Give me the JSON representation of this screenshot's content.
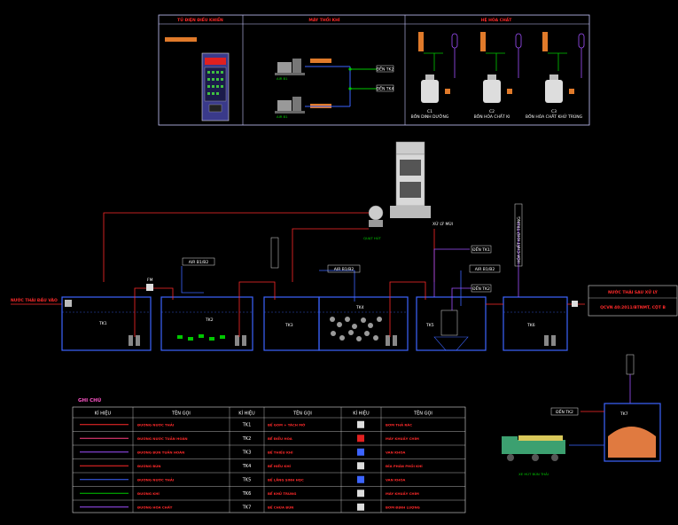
{
  "panels": {
    "control_title": "TỦ ĐIỆN ĐIỀU KHIỂN",
    "blower_title": "MÁY THỔI KHÍ",
    "chem_title": "HỆ HÓA CHẤT"
  },
  "blower": {
    "to_labels": [
      "ĐẾN TK2",
      "ĐẾN TK4"
    ],
    "pump_label": "AIR B1"
  },
  "chem_tanks": [
    {
      "code": "C1",
      "name": "BỒN DINH DƯỠNG"
    },
    {
      "code": "C2",
      "name": "BỒN HÓA CHẤT KI"
    },
    {
      "code": "C3",
      "name": "BỒN HÓA CHẤT KHỬ TRÙNG"
    }
  ],
  "process": {
    "inlet": "NƯỚC THẢI ĐẦU VÀO",
    "outlet_box": "NƯỚC THẢI SAU XỬ LÝ",
    "standard": "QCVN 40:2011/BTNMT, CỘT B",
    "air_label": "AIR B1/B2",
    "to_tk1": "ĐẾN TK1",
    "to_tk2": "ĐẾN TK2",
    "fan_label": "QUẠT HÚT",
    "air_treat": "XỬ LÝ MÙI",
    "chem_side": "HÓA CHẤT KHỬ TRÙNG",
    "tanks": [
      "TK1",
      "TK2",
      "TK3",
      "TK4",
      "TK5",
      "TK6"
    ],
    "tk7": "TK7",
    "sludge_to": "ĐẾN TK2",
    "truck_label": "XE HÚT BÙN THẢI"
  },
  "legend": {
    "title": "GHI CHÚ",
    "headers": [
      "KÍ HIỆU",
      "TÊN GỌI",
      "KÍ HIỆU",
      "TÊN GỌI",
      "KÍ HIỆU",
      "TÊN GỌI"
    ],
    "lines": [
      "ĐƯỜNG NƯỚC THẢI",
      "ĐƯỜNG NƯỚC TUẦN HOÀN",
      "ĐƯỜNG BÙN TUẦN HOÀN",
      "ĐƯỜNG BÙN",
      "ĐƯỜNG NƯỚC THẢI",
      "ĐƯỜNG KHÍ",
      "ĐƯỜNG HÓA CHẤT"
    ],
    "tanks": [
      "TK1",
      "TK2",
      "TK3",
      "TK4",
      "TK5",
      "TK6",
      "TK7"
    ],
    "tank_names": [
      "BỂ GOM + TÁCH MỠ",
      "BỂ ĐIỀU HÒA",
      "BỂ THIẾU KHÍ",
      "BỂ HIẾU KHÍ",
      "BỂ LẮNG SINH HỌC",
      "BỂ KHỬ TRÙNG",
      "BỂ CHỨA BÙN"
    ],
    "equip_names": [
      "BƠM THẢ RÁC",
      "MÁY KHUẤY CHÌM",
      "VAN KHÓA",
      "ĐĨA PHÂN PHỐI KHÍ",
      "VAN KHÓA",
      "MÁY KHUẤY CHÌM",
      "BƠM ĐỊNH LƯỢNG"
    ]
  }
}
